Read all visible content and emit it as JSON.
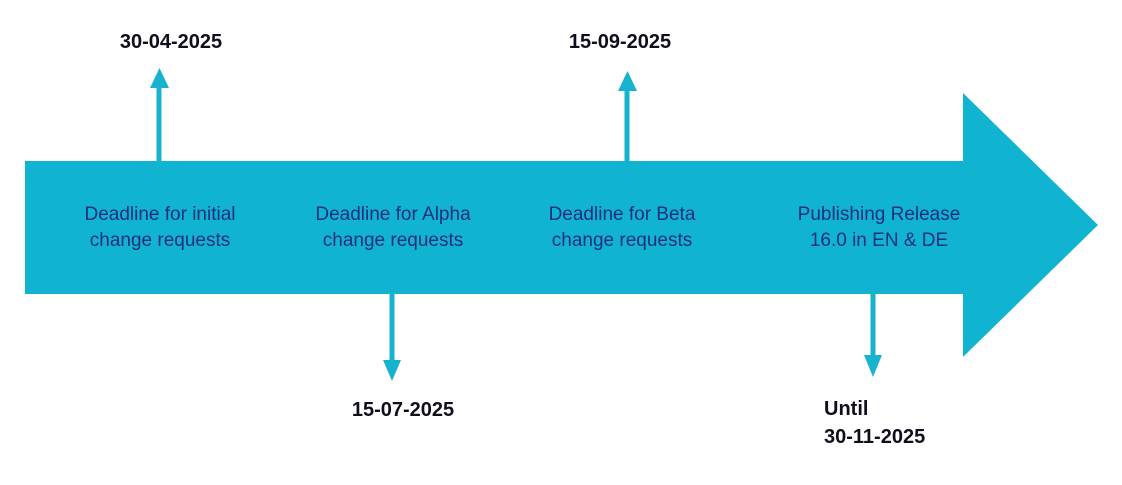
{
  "colors": {
    "arrow_fill": "#10b4d0",
    "connector": "#16b2ce",
    "milestone_text": "#1e2f7d",
    "date_text": "#0e0e1c",
    "background": "#ffffff"
  },
  "timeline": {
    "direction": "right",
    "milestones": [
      {
        "label": "Deadline for initial\nchange requests",
        "date": "30-04-2025",
        "date_position": "above"
      },
      {
        "label": "Deadline for Alpha\nchange requests",
        "date": "15-07-2025",
        "date_position": "below"
      },
      {
        "label": "Deadline for Beta\nchange requests",
        "date": "15-09-2025",
        "date_position": "above"
      },
      {
        "label": "Publishing Release\n16.0 in EN & DE",
        "date": "Until\n30-11-2025",
        "date_position": "below"
      }
    ]
  }
}
